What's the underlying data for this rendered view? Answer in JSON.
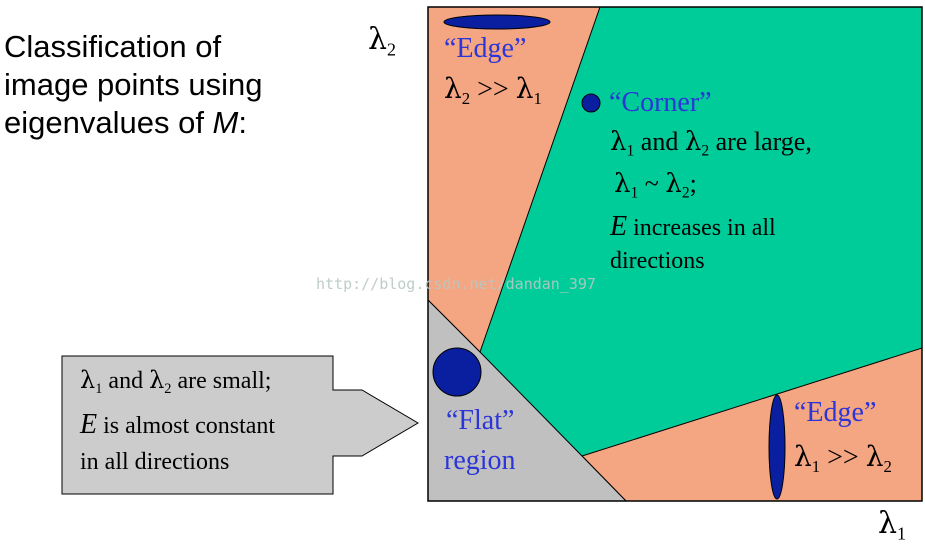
{
  "title": {
    "line1": "Classification of",
    "line2": "image points using",
    "line3_prefix": "eigenvalues of ",
    "line3_var": "M",
    "line3_suffix": ":"
  },
  "axes": {
    "y": {
      "symbol": "λ",
      "index": "2"
    },
    "x": {
      "symbol": "λ",
      "index": "1"
    }
  },
  "regions": {
    "edge_top": {
      "label": "“Edge”",
      "lam_a": "λ",
      "idx_a": "2",
      "rel": " >> ",
      "lam_b": "λ",
      "idx_b": "1"
    },
    "corner": {
      "label": "“Corner”",
      "line1": {
        "lam_a": "λ",
        "idx_a": "1",
        "mid": " and ",
        "lam_b": "λ",
        "idx_b": "2",
        "rest": " are large,"
      },
      "line2": {
        "lam_a": "λ",
        "idx_a": "1",
        "mid": " ~ ",
        "lam_b": "λ",
        "idx_b": "2",
        "rest": ";"
      },
      "line3": {
        "var": "E",
        "rest": " increases in all"
      },
      "line4": "directions"
    },
    "flat": {
      "line1": "“Flat”",
      "line2": "region"
    },
    "edge_right": {
      "label": "“Edge”",
      "lam_a": "λ",
      "idx_a": "1",
      "rel": " >> ",
      "lam_b": "λ",
      "idx_b": "2"
    }
  },
  "callout": {
    "line1": {
      "lam_a": "λ",
      "idx_a": "1",
      "mid": " and ",
      "lam_b": "λ",
      "idx_b": "2",
      "rest": " are small;"
    },
    "line2": {
      "var": "E",
      "rest": " is almost constant"
    },
    "line3": "in all directions"
  },
  "watermark": "http://blog.csdn.net/dandan_397",
  "colors": {
    "edge": "#f4a582",
    "corner": "#00cc99",
    "flat": "#c0c0c0",
    "ellipse": "#0a1ea0",
    "label_blue": "#2b35d8",
    "callout_fill": "#cccccc"
  }
}
